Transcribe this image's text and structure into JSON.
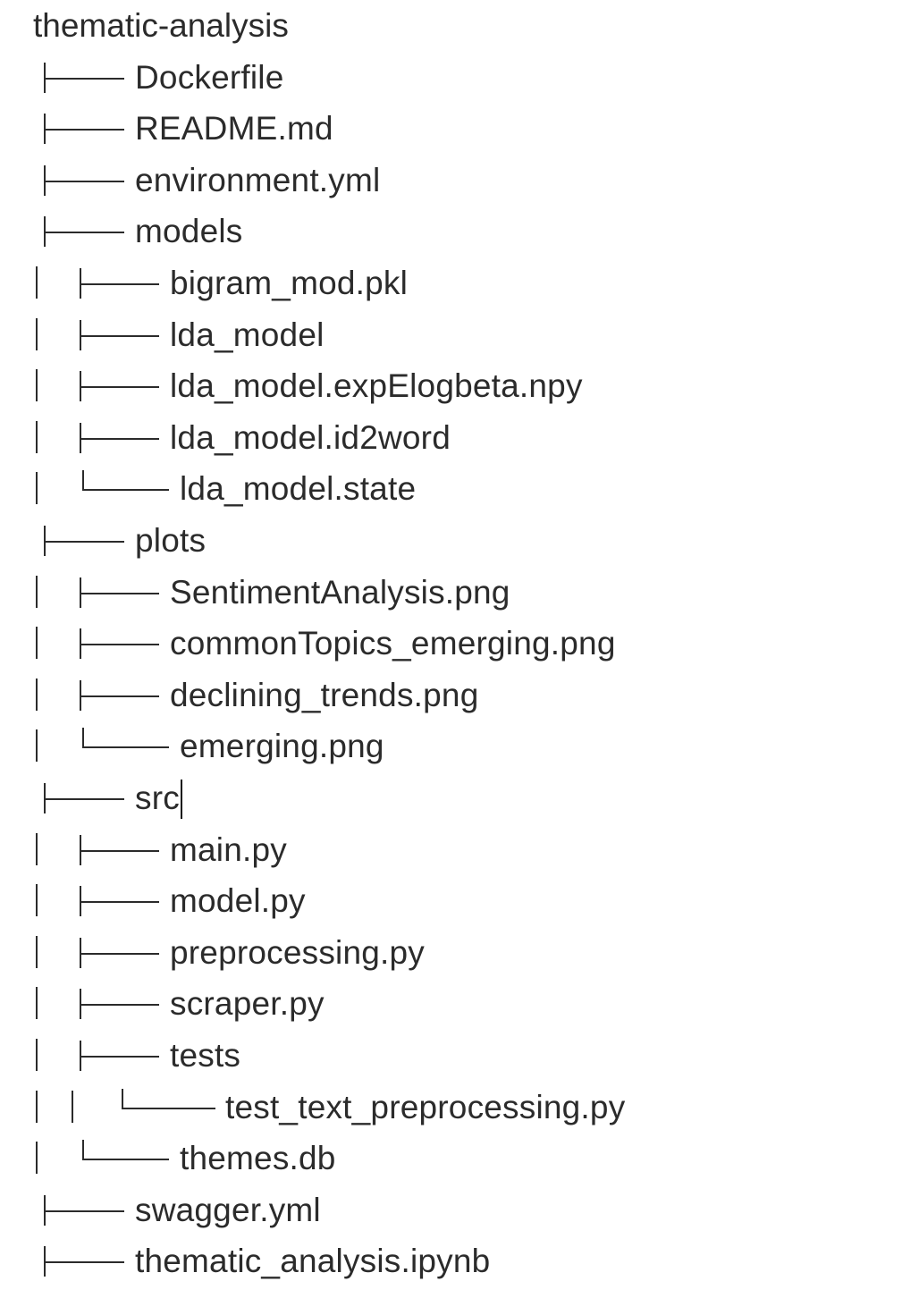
{
  "root": {
    "name": "thematic-analysis"
  },
  "entries": [
    {
      "name": "Dockerfile",
      "depth": 1,
      "last": false,
      "ancestors_continue": []
    },
    {
      "name": "README.md",
      "depth": 1,
      "last": false,
      "ancestors_continue": []
    },
    {
      "name": "environment.yml",
      "depth": 1,
      "last": false,
      "ancestors_continue": []
    },
    {
      "name": "models",
      "depth": 1,
      "last": false,
      "ancestors_continue": []
    },
    {
      "name": "bigram_mod.pkl",
      "depth": 2,
      "last": false,
      "ancestors_continue": [
        true
      ]
    },
    {
      "name": "lda_model",
      "depth": 2,
      "last": false,
      "ancestors_continue": [
        true
      ]
    },
    {
      "name": "lda_model.expElogbeta.npy",
      "depth": 2,
      "last": false,
      "ancestors_continue": [
        true
      ]
    },
    {
      "name": "lda_model.id2word",
      "depth": 2,
      "last": false,
      "ancestors_continue": [
        true
      ]
    },
    {
      "name": "lda_model.state",
      "depth": 2,
      "last": true,
      "ancestors_continue": [
        true
      ]
    },
    {
      "name": "plots",
      "depth": 1,
      "last": false,
      "ancestors_continue": []
    },
    {
      "name": "SentimentAnalysis.png",
      "depth": 2,
      "last": false,
      "ancestors_continue": [
        true
      ]
    },
    {
      "name": "commonTopics_emerging.png",
      "depth": 2,
      "last": false,
      "ancestors_continue": [
        true
      ]
    },
    {
      "name": "declining_trends.png",
      "depth": 2,
      "last": false,
      "ancestors_continue": [
        true
      ]
    },
    {
      "name": "emerging.png",
      "depth": 2,
      "last": true,
      "ancestors_continue": [
        true
      ]
    },
    {
      "name": "src",
      "depth": 1,
      "last": false,
      "ancestors_continue": [],
      "caret": true
    },
    {
      "name": "main.py",
      "depth": 2,
      "last": false,
      "ancestors_continue": [
        true
      ]
    },
    {
      "name": "model.py",
      "depth": 2,
      "last": false,
      "ancestors_continue": [
        true
      ]
    },
    {
      "name": "preprocessing.py",
      "depth": 2,
      "last": false,
      "ancestors_continue": [
        true
      ]
    },
    {
      "name": "scraper.py",
      "depth": 2,
      "last": false,
      "ancestors_continue": [
        true
      ]
    },
    {
      "name": "tests",
      "depth": 2,
      "last": false,
      "ancestors_continue": [
        true
      ]
    },
    {
      "name": "test_text_preprocessing.py",
      "depth": 3,
      "last": true,
      "ancestors_continue": [
        true,
        true
      ]
    },
    {
      "name": "themes.db",
      "depth": 2,
      "last": true,
      "ancestors_continue": [
        true
      ]
    },
    {
      "name": "swagger.yml",
      "depth": 1,
      "last": false,
      "ancestors_continue": []
    },
    {
      "name": "thematic_analysis.ipynb",
      "depth": 1,
      "last": false,
      "ancestors_continue": []
    }
  ]
}
